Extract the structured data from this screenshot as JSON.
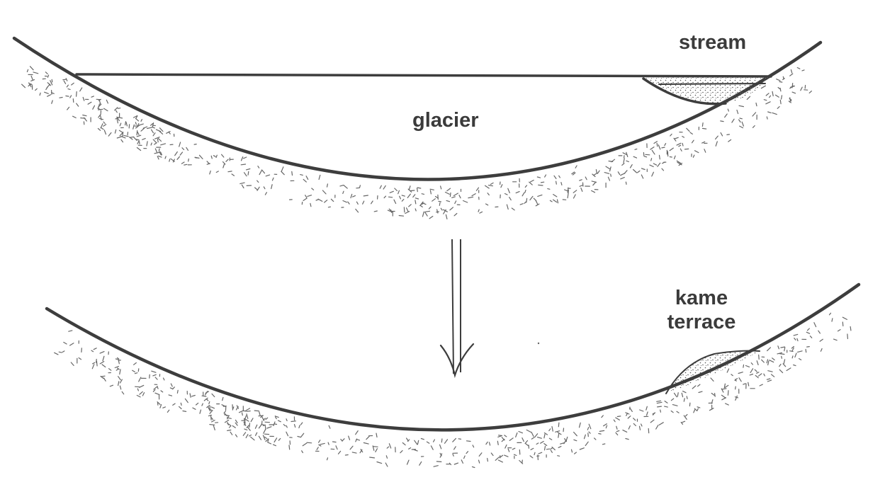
{
  "labels": {
    "stream": "stream",
    "glacier": "glacier",
    "kame_line1": "kame",
    "kame_line2": "terrace"
  },
  "colors": {
    "line": "#3d3d3d",
    "stipple": "#666666",
    "text": "#3b3b3b",
    "background": "#ffffff"
  }
}
